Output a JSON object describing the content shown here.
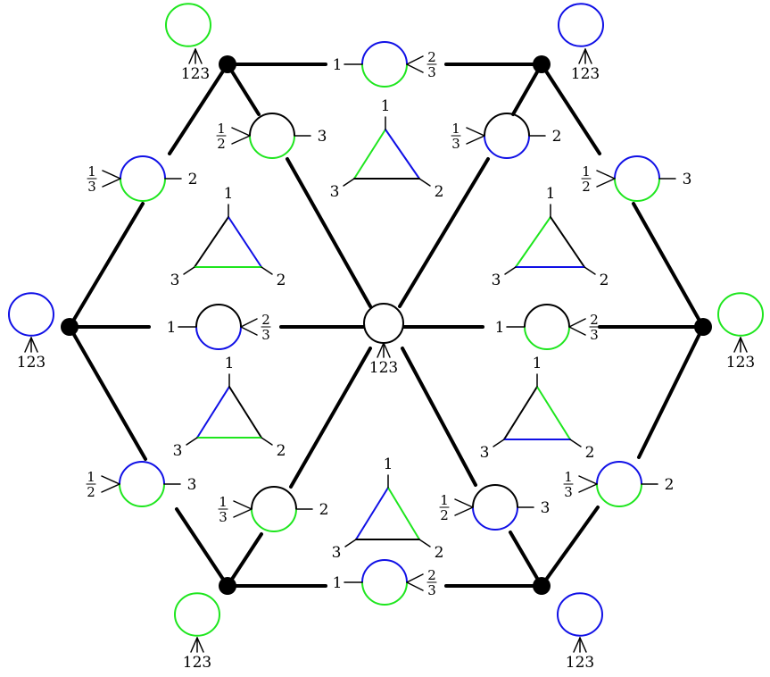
{
  "colors": {
    "black": "#000000",
    "blue": "#1010e6",
    "green": "#1ee61e"
  },
  "labels": {
    "one": "1",
    "two": "2",
    "three": "3",
    "all": "123"
  }
}
